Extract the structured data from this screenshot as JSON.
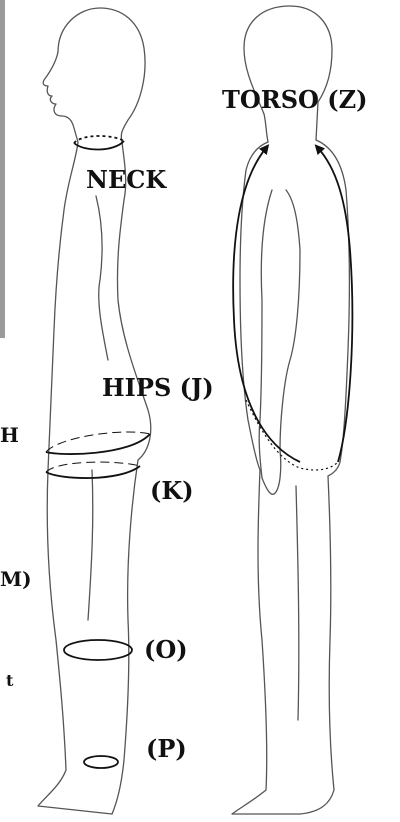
{
  "labels": {
    "neck": "NECK",
    "torso": "TORSO (Z)",
    "hips": "HIPS (J)",
    "k": "(K)",
    "o": "(O)",
    "p": "(P)",
    "cut_h": "H",
    "cut_m": "M)",
    "cut_t": "t"
  },
  "colors": {
    "outline": "#555555",
    "measure_line": "#111111",
    "edge_bar": "#9a9a9a",
    "background": "#ffffff"
  }
}
